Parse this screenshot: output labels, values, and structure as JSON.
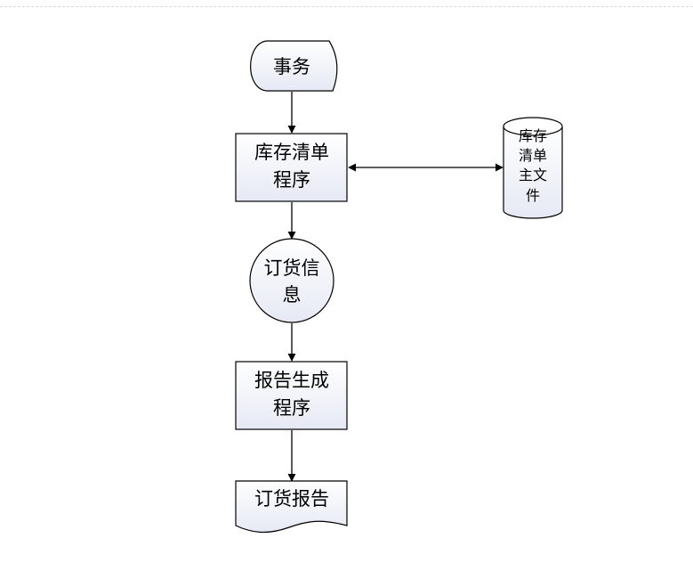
{
  "nodes": {
    "transaction": {
      "label": "事务"
    },
    "inventory_program": {
      "lines": [
        "库存清单",
        "程序"
      ]
    },
    "inventory_master_file": {
      "lines": [
        "库存",
        "清单",
        "主文",
        "件"
      ]
    },
    "order_info": {
      "lines": [
        "订货信",
        "息"
      ]
    },
    "report_program": {
      "lines": [
        "报告生成",
        "程序"
      ]
    },
    "order_report": {
      "label": "订货报告"
    }
  },
  "colors": {
    "stroke": "#000000",
    "fill_top": "#ffffff",
    "fill_bottom": "#e6e9f4",
    "page_rule": "#d8d8d8"
  }
}
